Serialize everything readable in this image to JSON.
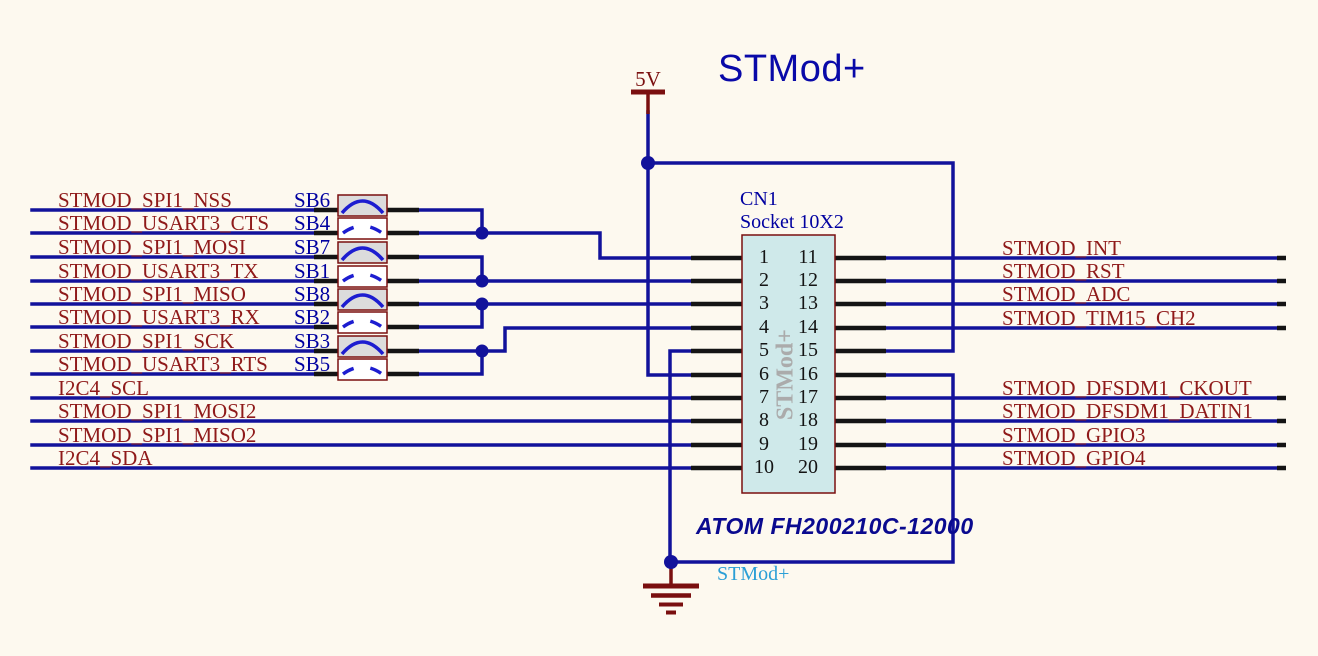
{
  "title": "STMod+",
  "power": {
    "rail_label": "5V"
  },
  "connector": {
    "designator": "CN1",
    "type": "Socket 10X2",
    "body_label": "STMod+",
    "part_number": "ATOM FH200210C-12000",
    "net_label": "STMod+",
    "pins_left": [
      "1",
      "2",
      "3",
      "4",
      "5",
      "6",
      "7",
      "8",
      "9",
      "10"
    ],
    "pins_right": [
      "11",
      "12",
      "13",
      "14",
      "15",
      "16",
      "17",
      "18",
      "19",
      "20"
    ]
  },
  "left_signals": [
    {
      "label": "STMOD_SPI1_NSS",
      "bridge": "SB6",
      "bridge_state": "closed"
    },
    {
      "label": "STMOD_USART3_CTS",
      "bridge": "SB4",
      "bridge_state": "open"
    },
    {
      "label": "STMOD_SPI1_MOSI",
      "bridge": "SB7",
      "bridge_state": "closed"
    },
    {
      "label": "STMOD_USART3_TX",
      "bridge": "SB1",
      "bridge_state": "open"
    },
    {
      "label": "STMOD_SPI1_MISO",
      "bridge": "SB8",
      "bridge_state": "closed"
    },
    {
      "label": "STMOD_USART3_RX",
      "bridge": "SB2",
      "bridge_state": "open"
    },
    {
      "label": "STMOD_SPI1_SCK",
      "bridge": "SB3",
      "bridge_state": "closed"
    },
    {
      "label": "STMOD_USART3_RTS",
      "bridge": "SB5",
      "bridge_state": "open"
    },
    {
      "label": "I2C4_SCL"
    },
    {
      "label": "STMOD_SPI1_MOSI2"
    },
    {
      "label": "STMOD_SPI1_MISO2"
    },
    {
      "label": "I2C4_SDA"
    }
  ],
  "right_signals": [
    {
      "label": "STMOD_INT"
    },
    {
      "label": "STMOD_RST"
    },
    {
      "label": "STMOD_ADC"
    },
    {
      "label": "STMOD_TIM15_CH2"
    },
    {
      "label": "STMOD_DFSDM1_CKOUT"
    },
    {
      "label": "STMOD_DFSDM1_DATIN1"
    },
    {
      "label": "STMOD_GPIO3"
    },
    {
      "label": "STMOD_GPIO4"
    }
  ],
  "colors": {
    "background": "#FDF9EF",
    "wire": "#12129B",
    "net_label": "#8F1A1A",
    "component_text": "#0000A0",
    "connector_fill": "#CFE9EA",
    "symbol_red": "#7A0F0F",
    "bridge_arc": "#1D1DD0",
    "bridge_closed_fill": "#DCDCDC",
    "gnd_net": "#2B9FD6",
    "body_text": "#ABABAB"
  }
}
